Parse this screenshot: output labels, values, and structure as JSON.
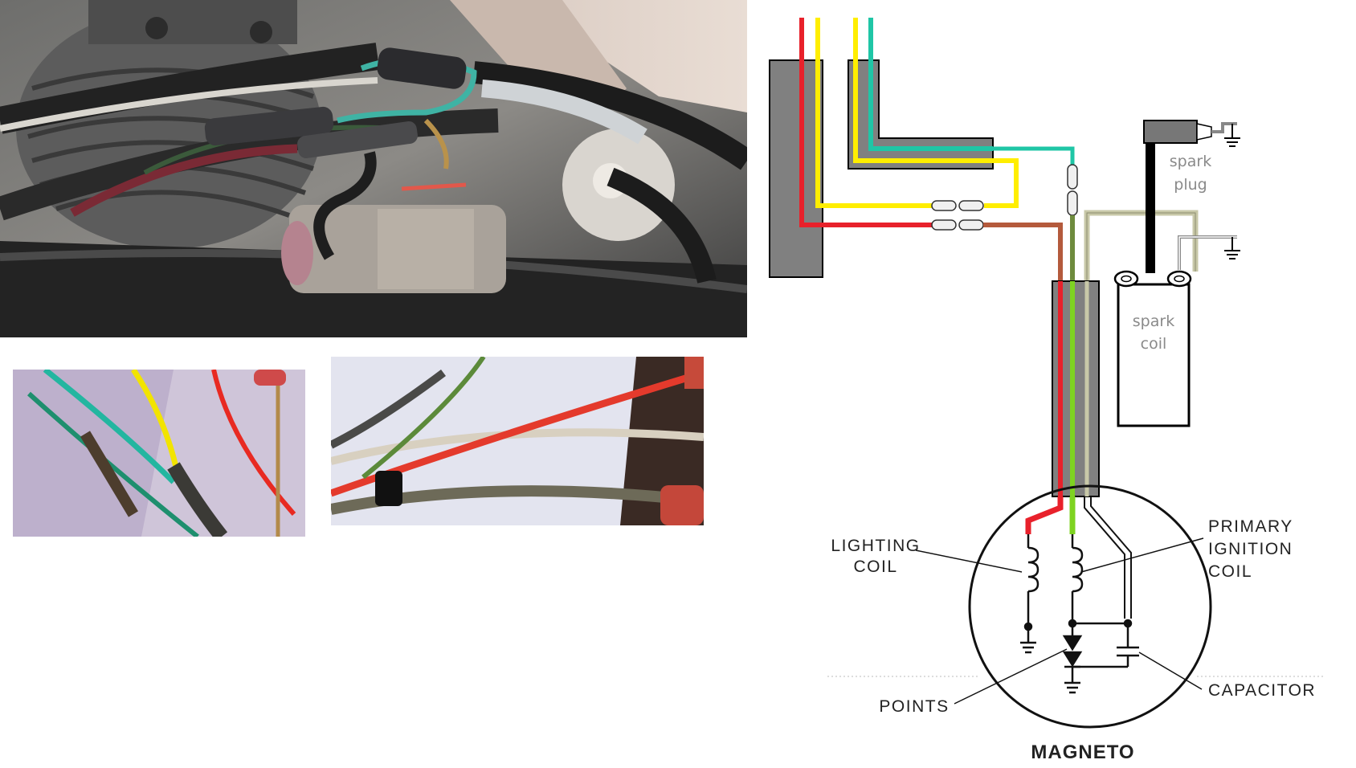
{
  "photos": {
    "main": "engine-wiring-photo",
    "left": "wire-closeup-left",
    "right": "wire-closeup-right"
  },
  "diagram": {
    "spark_plug_label": [
      "spark",
      "plug"
    ],
    "spark_coil_label": [
      "spark",
      "coil"
    ],
    "lighting_coil_label": [
      "LIGHTING",
      "COIL"
    ],
    "primary_ignition_coil_label": [
      "PRIMARY",
      "IGNITION",
      "COIL"
    ],
    "capacitor_label": "CAPACITOR",
    "points_label": "POINTS",
    "magneto_label": "MAGNETO"
  },
  "colors": {
    "red": "#e8212b",
    "yellow": "#ffee00",
    "teal": "#1fc6a6",
    "brown": "#b45a3c",
    "olive": "#6e8b3d",
    "lime": "#7ed321",
    "beige": "#c8c8a8",
    "grey_block": "#808080"
  }
}
